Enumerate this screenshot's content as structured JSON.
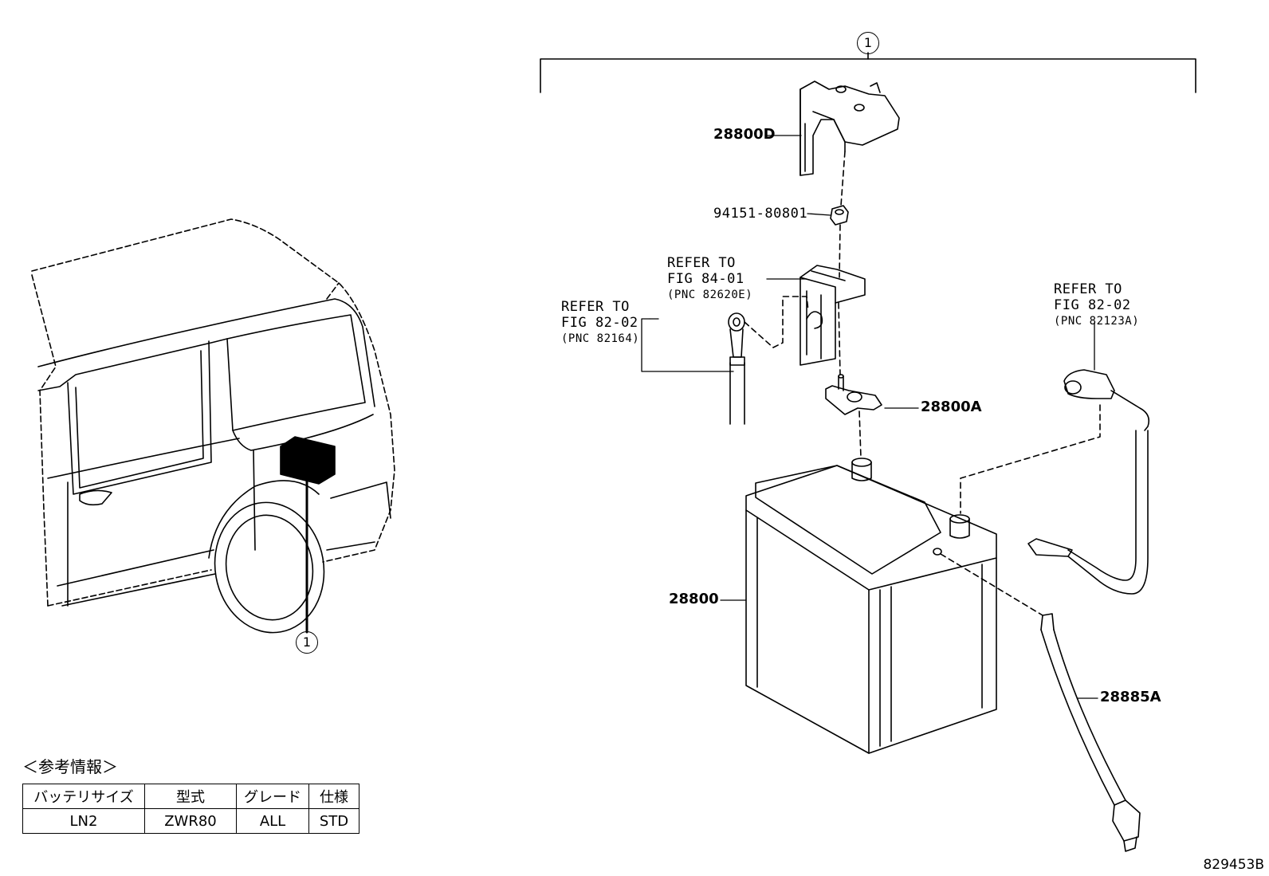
{
  "callout_marker": "1",
  "parts": {
    "terminal_cover": "28800D",
    "nut": "94151-80801",
    "clamp": "28800A",
    "battery": "28800",
    "vent_tube": "28885A"
  },
  "refs": {
    "fig8401": {
      "line1": "REFER TO",
      "line2": "FIG 84-01",
      "line3": "(PNC 82620E)"
    },
    "fig8202_left": {
      "line1": "REFER TO",
      "line2": "FIG 82-02",
      "line3": "(PNC 82164)"
    },
    "fig8202_right": {
      "line1": "REFER TO",
      "line2": "FIG 82-02",
      "line3": "(PNC 82123A)"
    }
  },
  "reference_info": {
    "title": "＜参考情報＞",
    "headers": [
      "バッテリサイズ",
      "型式",
      "グレード",
      "仕様"
    ],
    "rows": [
      [
        "LN2",
        "ZWR80",
        "ALL",
        "STD"
      ]
    ]
  },
  "figure_number": "829453B"
}
